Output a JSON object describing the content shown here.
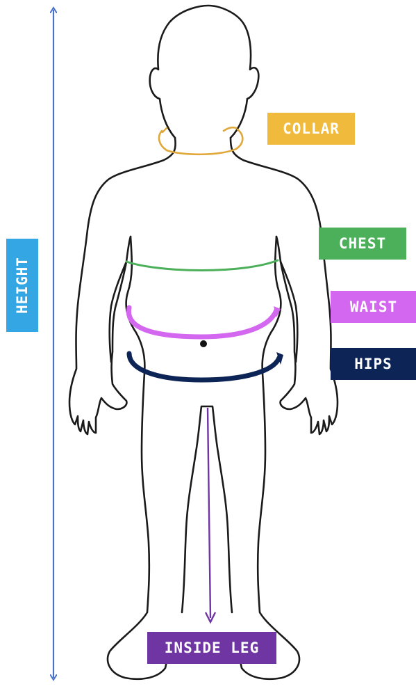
{
  "labels": {
    "collar": "COLLAR",
    "chest": "CHEST",
    "waist": "WAIST",
    "hips": "HIPS",
    "inside_leg": "INSIDE LEG",
    "height": "HEIGHT"
  },
  "colors": {
    "collar": "#f0bb3c",
    "chest": "#4caf5a",
    "waist": "#d467f0",
    "hips": "#0d2456",
    "inside_leg": "#6f35a2",
    "height": "#33a6e3",
    "height_arrow": "#4a73c8",
    "outline": "#1a1a1a"
  }
}
